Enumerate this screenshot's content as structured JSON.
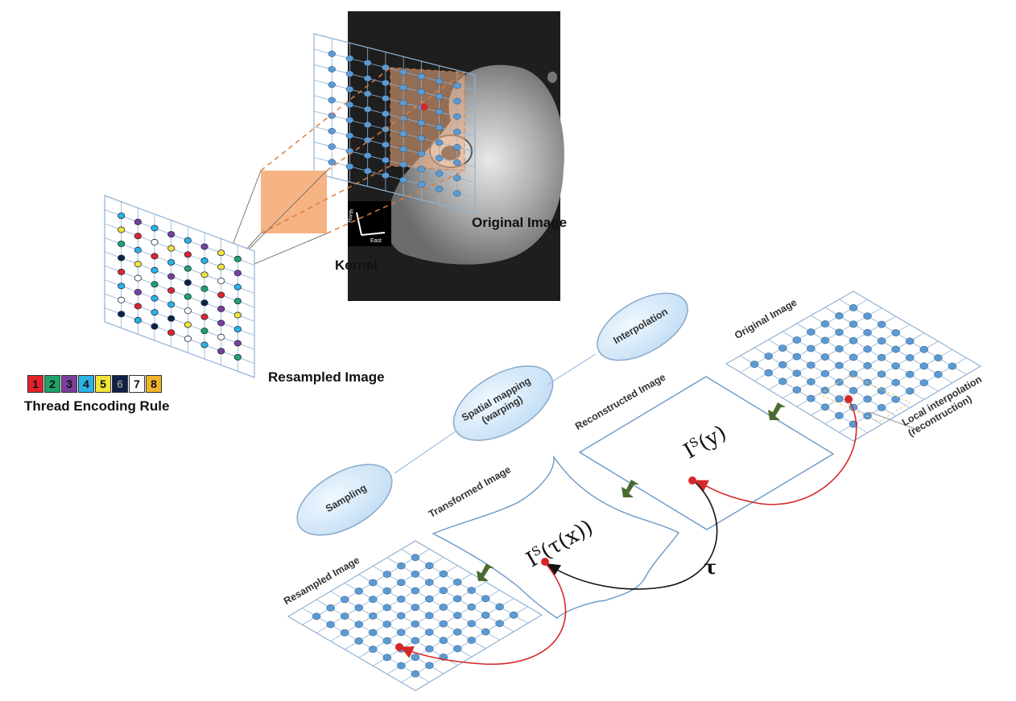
{
  "labels": {
    "original_image_top": "Original Image",
    "kernel": "Kernel",
    "resampled_image_top": "Resampled Image",
    "thread_rule": "Thread Encoding Rule",
    "compass_north": "North",
    "compass_east": "East",
    "interpolation": "Interpolation",
    "spatial_mapping_line1": "Spatial mapping",
    "spatial_mapping_line2": "(warping)",
    "sampling": "Sampling",
    "original_image_bottom": "Original Image",
    "reconstructed_image": "Reconstructed Image",
    "transformed_image": "Transformed Image",
    "resampled_image_bottom": "Resampled Image",
    "local_interp_line1": "Local interpolation",
    "local_interp_line2": "(recontruction)",
    "math_reconstructed": "I",
    "math_reconstructed_sup": "S",
    "math_reconstructed_arg": "(y)",
    "math_transformed": "I",
    "math_transformed_sup": "S",
    "math_transformed_arg": "(τ(x))",
    "tau": "τ"
  },
  "thread_encoding": [
    {
      "num": "1",
      "color": "#e3222b"
    },
    {
      "num": "2",
      "color": "#1fa36a"
    },
    {
      "num": "3",
      "color": "#7a3f9d"
    },
    {
      "num": "4",
      "color": "#2bb3e6"
    },
    {
      "num": "5",
      "color": "#f4e33a"
    },
    {
      "num": "6",
      "color": "#0e2147"
    },
    {
      "num": "7",
      "color": "#ffffff"
    },
    {
      "num": "8",
      "color": "#f0b32a"
    }
  ],
  "colors": {
    "grid_line": "#8fb1d4",
    "dot_blue": "#5b9bd5",
    "kernel_orange": "#f4b183",
    "arrow_red": "#d62728",
    "arrow_green": "#4a6b2f",
    "oval_fill": "#d7e9f8",
    "oval_stroke": "#8aa9c9"
  }
}
